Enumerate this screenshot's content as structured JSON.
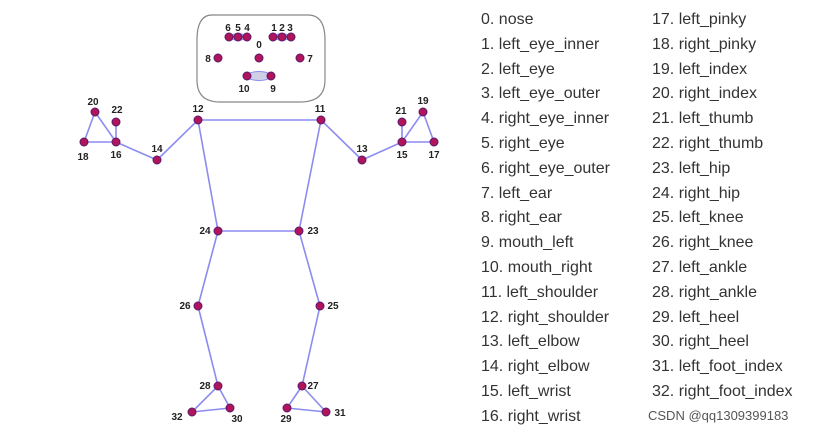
{
  "colors": {
    "edge": "#8c8cf0",
    "joint": "#b0145a",
    "joint_stroke": "#5a1a6e",
    "face_outline": "#888888",
    "mouth_fill": "#cfcfe6"
  },
  "diagram": {
    "edges": [
      [
        11,
        12
      ],
      [
        11,
        13
      ],
      [
        13,
        15
      ],
      [
        15,
        17
      ],
      [
        15,
        19
      ],
      [
        15,
        21
      ],
      [
        17,
        19
      ],
      [
        12,
        14
      ],
      [
        14,
        16
      ],
      [
        16,
        18
      ],
      [
        16,
        20
      ],
      [
        16,
        22
      ],
      [
        18,
        20
      ],
      [
        11,
        23
      ],
      [
        12,
        24
      ],
      [
        23,
        24
      ],
      [
        23,
        25
      ],
      [
        24,
        26
      ],
      [
        25,
        27
      ],
      [
        26,
        28
      ],
      [
        27,
        29
      ],
      [
        27,
        31
      ],
      [
        29,
        31
      ],
      [
        28,
        30
      ],
      [
        28,
        32
      ],
      [
        30,
        32
      ],
      [
        1,
        2
      ],
      [
        2,
        3
      ],
      [
        4,
        5
      ],
      [
        5,
        6
      ],
      [
        9,
        10
      ]
    ],
    "landmarks": [
      {
        "id": "0",
        "label": "0"
      },
      {
        "id": "1",
        "label": "1"
      },
      {
        "id": "2",
        "label": "2"
      },
      {
        "id": "3",
        "label": "3"
      },
      {
        "id": "4",
        "label": "4"
      },
      {
        "id": "5",
        "label": "5"
      },
      {
        "id": "6",
        "label": "6"
      },
      {
        "id": "7",
        "label": "7"
      },
      {
        "id": "8",
        "label": "8"
      },
      {
        "id": "9",
        "label": "9"
      },
      {
        "id": "10",
        "label": "10"
      },
      {
        "id": "11",
        "label": "11"
      },
      {
        "id": "12",
        "label": "12"
      },
      {
        "id": "13",
        "label": "13"
      },
      {
        "id": "14",
        "label": "14"
      },
      {
        "id": "15",
        "label": "15"
      },
      {
        "id": "16",
        "label": "16"
      },
      {
        "id": "17",
        "label": "17"
      },
      {
        "id": "18",
        "label": "18"
      },
      {
        "id": "19",
        "label": "19"
      },
      {
        "id": "20",
        "label": "20"
      },
      {
        "id": "21",
        "label": "21"
      },
      {
        "id": "22",
        "label": "22"
      },
      {
        "id": "23",
        "label": "23"
      },
      {
        "id": "24",
        "label": "24"
      },
      {
        "id": "25",
        "label": "25"
      },
      {
        "id": "26",
        "label": "26"
      },
      {
        "id": "27",
        "label": "27"
      },
      {
        "id": "28",
        "label": "28"
      },
      {
        "id": "29",
        "label": "29"
      },
      {
        "id": "30",
        "label": "30"
      },
      {
        "id": "31",
        "label": "31"
      },
      {
        "id": "32",
        "label": "32"
      }
    ]
  },
  "legend": {
    "left": [
      "0. nose",
      "1. left_eye_inner",
      "2. left_eye",
      "3. left_eye_outer",
      "4. right_eye_inner",
      "5. right_eye",
      "6. right_eye_outer",
      "7. left_ear",
      "8. right_ear",
      "9. mouth_left",
      "10. mouth_right",
      "11. left_shoulder",
      "12. right_shoulder",
      "13. left_elbow",
      "14. right_elbow",
      "15. left_wrist",
      "16. right_wrist"
    ],
    "right": [
      "17. left_pinky",
      "18. right_pinky",
      "19. left_index",
      "20. right_index",
      "21. left_thumb",
      "22. right_thumb",
      "23. left_hip",
      "24. right_hip",
      "25. left_knee",
      "26. right_knee",
      "27. left_ankle",
      "28. right_ankle",
      "29. left_heel",
      "30. right_heel",
      "31. left_foot_index",
      "32. right_foot_index"
    ]
  },
  "watermark": "CSDN @qq1309399183"
}
